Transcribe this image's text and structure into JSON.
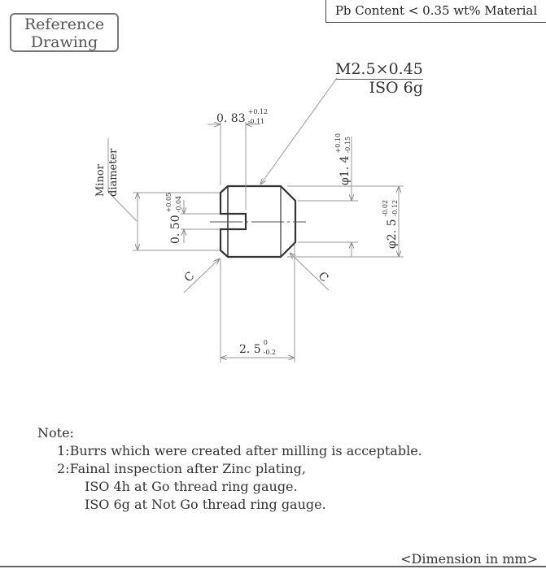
{
  "badge": {
    "line1": "Reference",
    "line2": "Drawing"
  },
  "material": "Pb Content < 0.35 wt% Material",
  "thread_spec": {
    "size": "M2.5×0.45",
    "class": "ISO 6g"
  },
  "dimensions": {
    "slot_depth": {
      "value": "0. 83",
      "upper": "+0.12",
      "lower": "-0.11"
    },
    "slot_width": {
      "value": "0. 50",
      "upper": "+0.05",
      "lower": "-0.04"
    },
    "minor_label_1": "Minor",
    "minor_label_2": "diameter",
    "chamfer_dia": {
      "value": "φ1. 4",
      "upper": "+0.10",
      "lower": "-0.15"
    },
    "outer_dia": {
      "value": "φ2. 5",
      "upper": "-0.02",
      "lower": "-0.12"
    },
    "length": {
      "value": "2. 5",
      "upper": "0",
      "lower": "-0.2"
    },
    "chamfer_left": "C",
    "chamfer_right": "C"
  },
  "notes": {
    "title": "Note:",
    "items": [
      "1:Burrs which were created after milling is acceptable.",
      "2:Fainal inspection after Zinc plating,"
    ],
    "sub": [
      "ISO 4h at Go thread ring gauge.",
      "ISO 6g at Not Go thread ring gauge."
    ]
  },
  "units": "<Dimension in mm>"
}
